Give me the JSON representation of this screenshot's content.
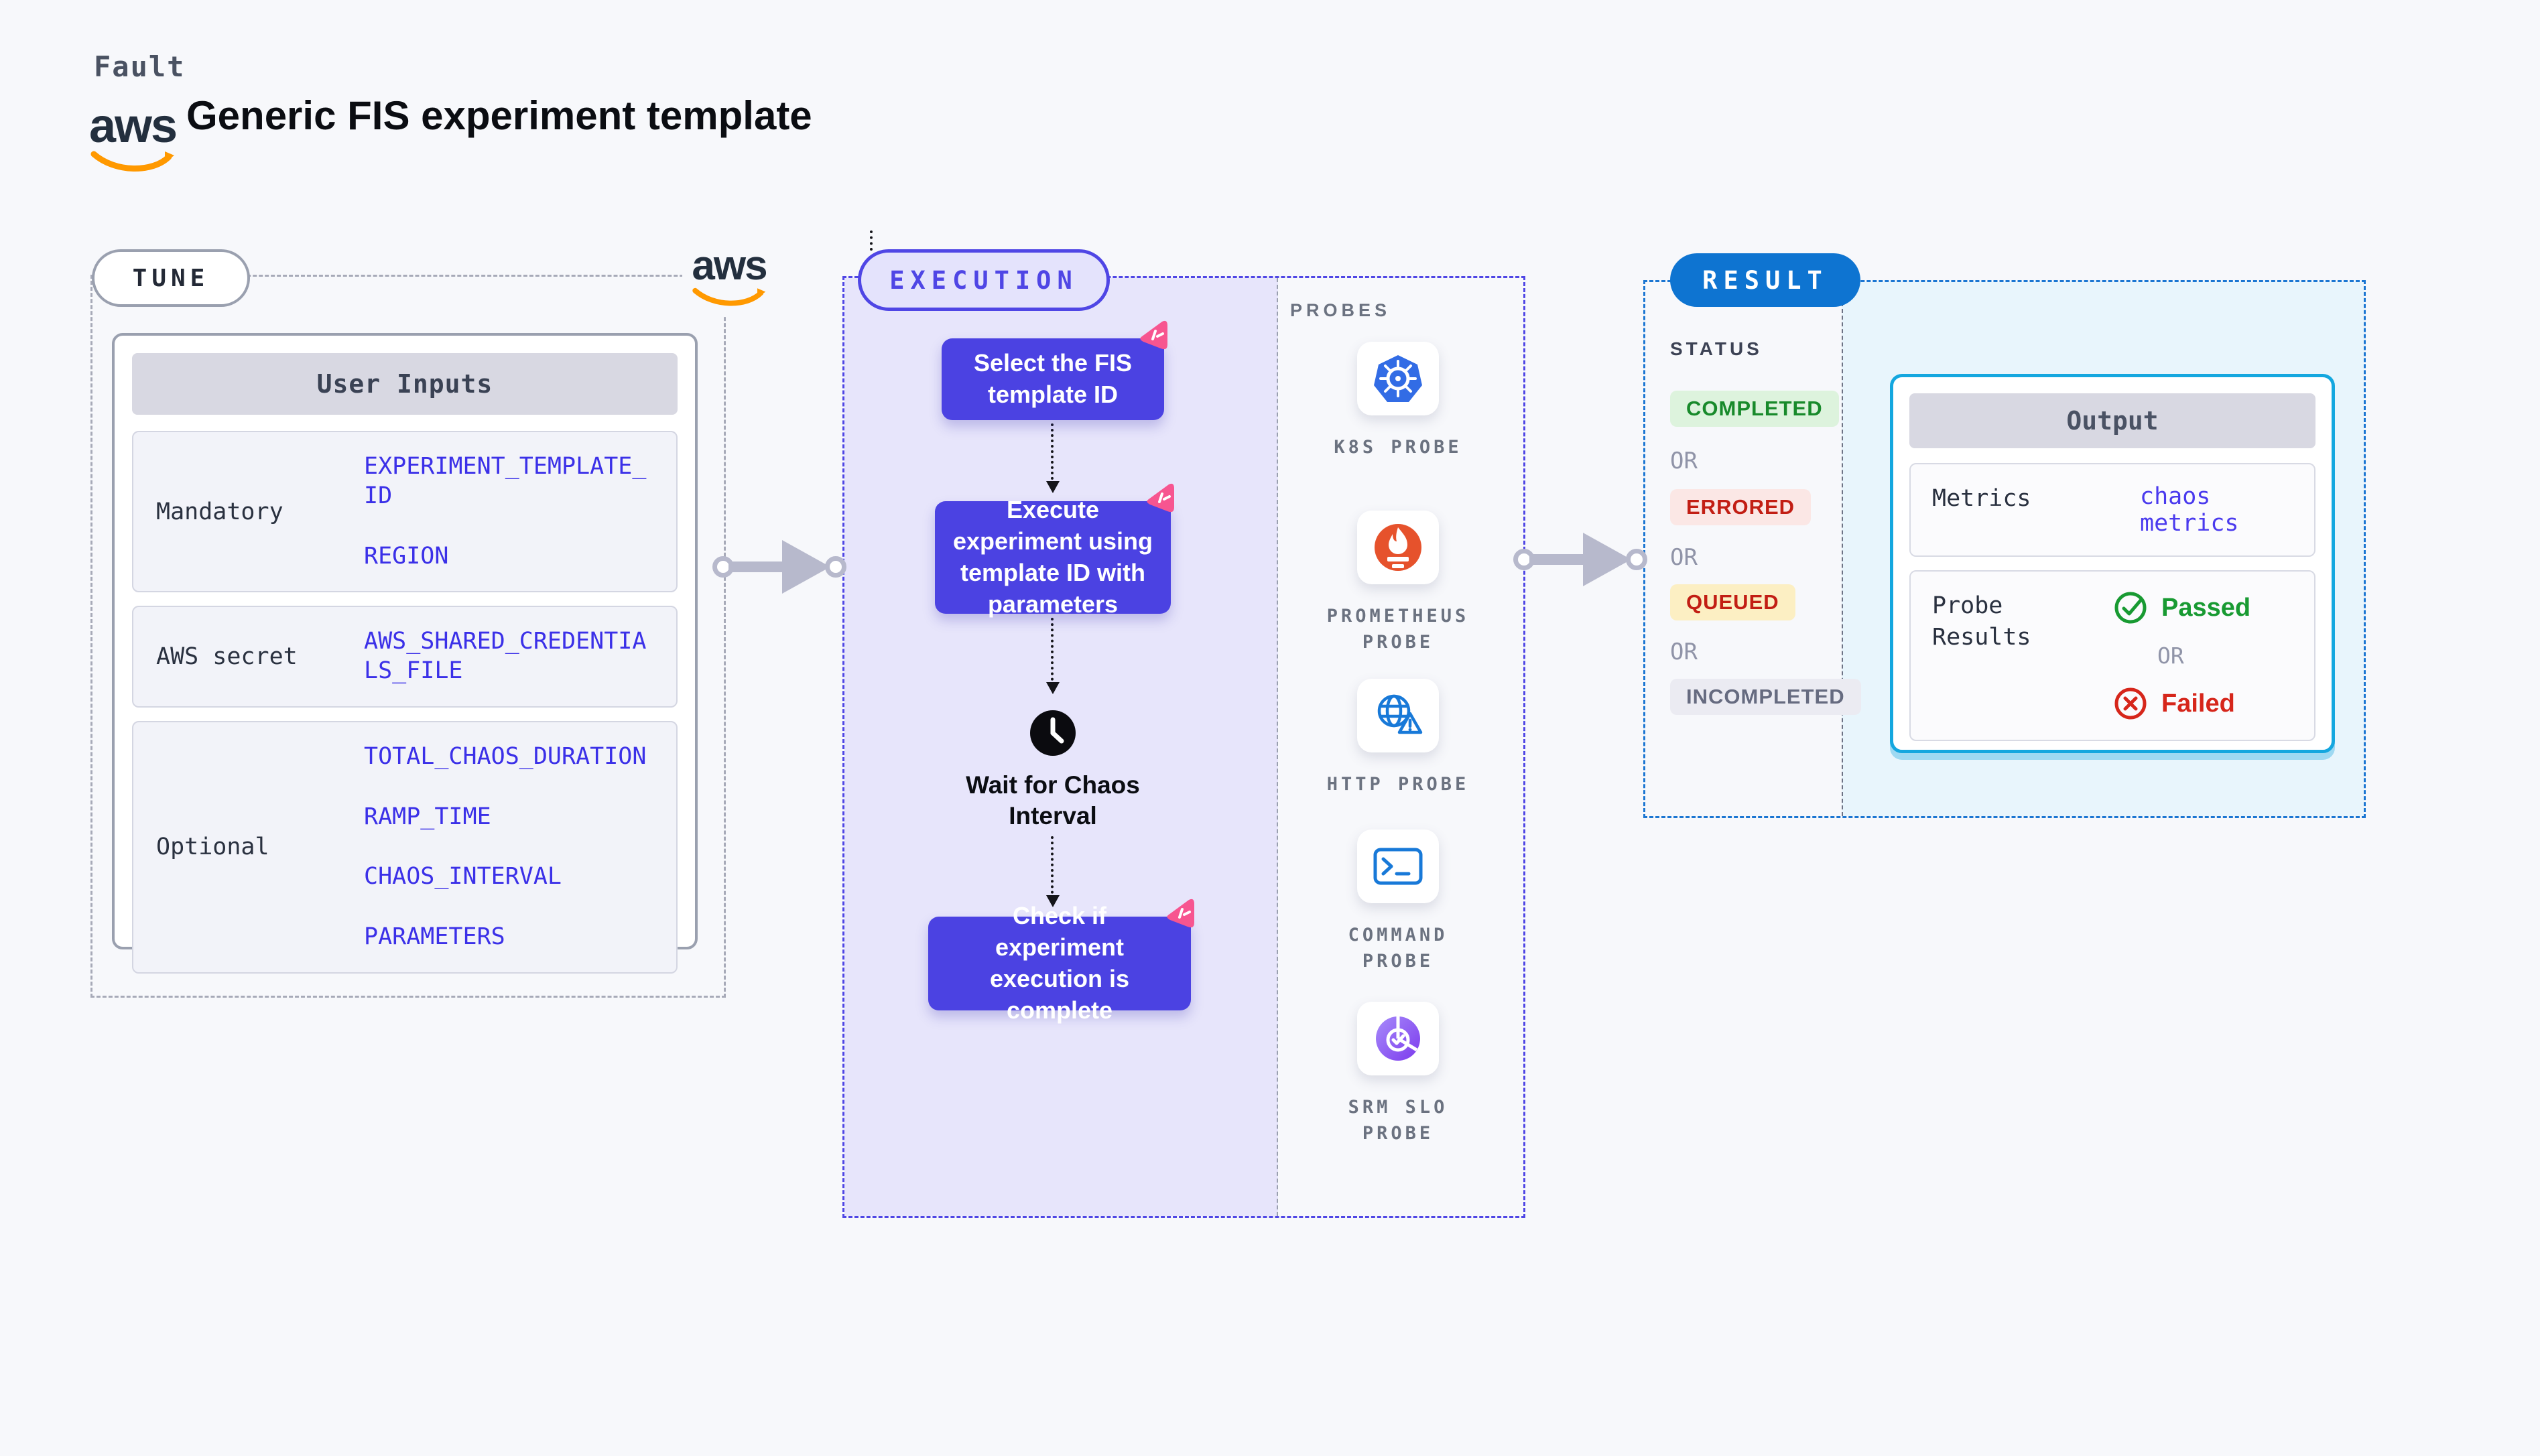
{
  "header": {
    "brand": "Fault",
    "title": "Generic FIS experiment template"
  },
  "aws_logo": {
    "text": "aws"
  },
  "tune": {
    "label": "TUNE",
    "table": {
      "header": "User Inputs",
      "rows": [
        {
          "label": "Mandatory",
          "values": [
            "EXPERIMENT_TEMPLATE_ID",
            "REGION"
          ]
        },
        {
          "label": "AWS secret",
          "values": [
            "AWS_SHARED_CREDENTIALS_FILE"
          ]
        },
        {
          "label": "Optional",
          "values": [
            "TOTAL_CHAOS_DURATION",
            "RAMP_TIME",
            "CHAOS_INTERVAL",
            "PARAMETERS"
          ]
        }
      ]
    }
  },
  "execution": {
    "label": "EXECUTION",
    "steps": [
      {
        "label": "Select the FIS template ID"
      },
      {
        "label": "Execute experiment using template ID with parameters"
      },
      {
        "label": "Wait for Chaos Interval"
      },
      {
        "label": "Check if experiment execution is complete"
      }
    ]
  },
  "probes": {
    "label": "PROBES",
    "items": [
      {
        "name": "k8s-probe",
        "label": "K8S PROBE"
      },
      {
        "name": "prometheus-probe",
        "label": "PROMETHEUS PROBE"
      },
      {
        "name": "http-probe",
        "label": "HTTP PROBE"
      },
      {
        "name": "command-probe",
        "label": "COMMAND PROBE"
      },
      {
        "name": "srm-slo-probe",
        "label": "SRM SLO PROBE"
      }
    ]
  },
  "result": {
    "label": "RESULT",
    "status": {
      "heading": "STATUS",
      "or_label": "OR",
      "items": [
        {
          "label": "COMPLETED",
          "kind": "success"
        },
        {
          "label": "ERRORED",
          "kind": "error"
        },
        {
          "label": "QUEUED",
          "kind": "warning"
        },
        {
          "label": "INCOMPLETED",
          "kind": "neutral"
        }
      ]
    },
    "output": {
      "header": "Output",
      "metrics_label": "Metrics",
      "metrics_value": "chaos metrics",
      "probe_results_label": "Probe Results",
      "passed_label": "Passed",
      "or_label": "OR",
      "failed_label": "Failed"
    }
  },
  "colors": {
    "page_bg": "#f7f8fb",
    "indigo": "#4f46e5",
    "step_box": "#4b42e2",
    "lavender_bg": "#e7e5fb",
    "variable_blue": "#3b30e8",
    "result_blue": "#0e74d1",
    "cyan_border": "#14a7df",
    "cyan_bg": "#e8f5fc",
    "success_green": "#188a2b",
    "error_red": "#c21e14",
    "passed_green": "#189a32",
    "failed_red": "#d6261b",
    "pink_badge": "#f75590",
    "aws_orange": "#ff9900",
    "arrow_gray": "#b7b9cc"
  }
}
